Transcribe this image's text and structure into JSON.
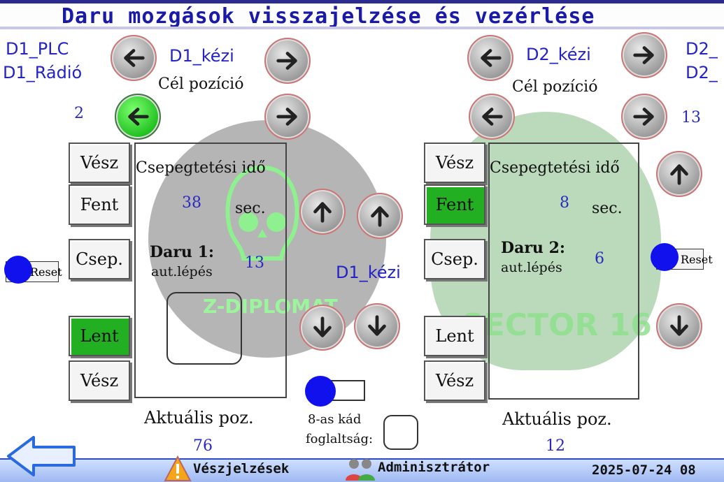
{
  "header": {
    "title": "Daru mozgások visszajelzése és vezérlése"
  },
  "left": {
    "source_plc": "D1_PLC",
    "source_radio": "D1_Rádió",
    "manual_label": "D1_kézi",
    "target_label": "Cél pozíció",
    "target_value": "2",
    "drip_title": "Csepegtetési idő",
    "drip_value": "38",
    "drip_unit": "sec.",
    "crane_title": "Daru 1:",
    "auto_step_label": "aut.lépés",
    "auto_step_value": "13",
    "manual_label_2": "D1_kézi",
    "btn_emergency_top": "Vész",
    "btn_up": "Fent",
    "btn_drip": "Csep.",
    "btn_down": "Lent",
    "btn_emergency_bottom": "Vész",
    "reset_label": "Reset",
    "current_pos_label": "Aktuális poz.",
    "current_pos_value": "76"
  },
  "right": {
    "source_plc": "D2_",
    "source_radio": "D2_",
    "manual_label": "D2_kézi",
    "target_label": "Cél pozíció",
    "target_value": "13",
    "drip_title": "Csepegtetési idő",
    "drip_value": "8",
    "drip_unit": "sec.",
    "crane_title": "Daru 2:",
    "auto_step_label": "aut.lépés",
    "auto_step_value": "6",
    "btn_emergency_top": "Vész",
    "btn_up": "Fent",
    "btn_drip": "Csep.",
    "btn_down": "Lent",
    "btn_emergency_bottom": "Vész",
    "reset_label": "Reset",
    "current_pos_label": "Aktuális poz.",
    "current_pos_value": "12"
  },
  "middle": {
    "tank_label_1": "8-as kád",
    "tank_label_2": "foglaltság:"
  },
  "watermarks": {
    "left_text": "Z-DIPLOMAT",
    "right_text": "SECTOR 16"
  },
  "footer": {
    "alarms_label": "Vészjelzések",
    "admin_label": "Adminisztrátor",
    "datetime": "2025-07-24 08"
  },
  "colors": {
    "label_blue": "#2323c8",
    "active_green": "#22b022",
    "indicator_blue": "#1111ee"
  }
}
